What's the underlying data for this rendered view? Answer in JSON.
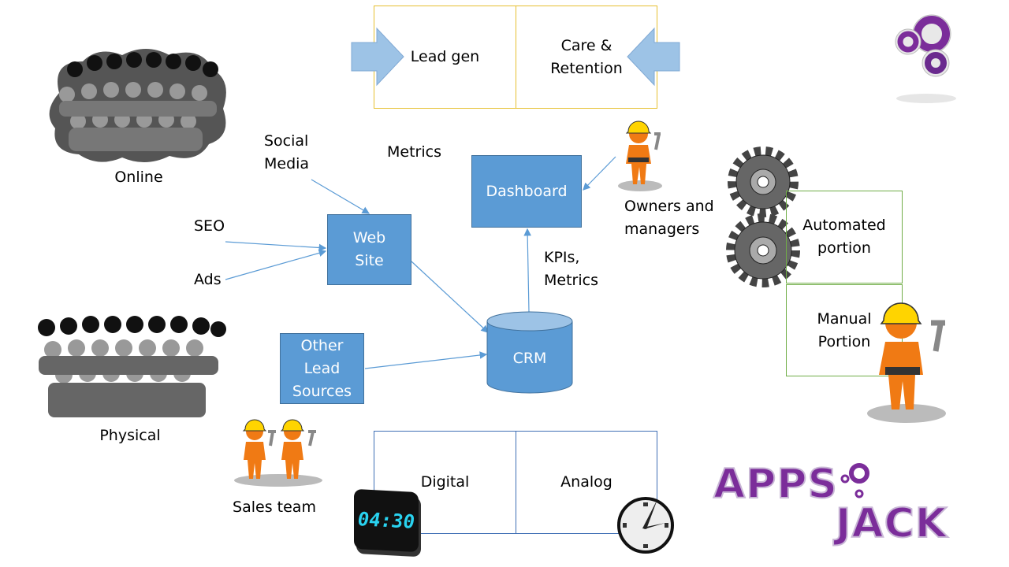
{
  "top_funnel": {
    "left": "Lead gen",
    "right": "Care &\nRetention"
  },
  "bottom_funnel": {
    "left": "Digital",
    "right": "Analog"
  },
  "labels": {
    "online": "Online",
    "physical": "Physical",
    "social_media": "Social\nMedia",
    "metrics": "Metrics",
    "seo": "SEO",
    "ads": "Ads",
    "kpis_metrics": "KPIs,\nMetrics",
    "owners_managers": "Owners and\nmanagers",
    "sales_team": "Sales team"
  },
  "nodes": {
    "web_site": "Web\nSite",
    "dashboard": "Dashboard",
    "crm": "CRM",
    "other_lead_sources": "Other\nLead\nSources"
  },
  "portions": {
    "automated": "Automated\nportion",
    "manual": "Manual\nPortion"
  },
  "digital_clock_time": "04:30",
  "logo": {
    "line1": "APPS",
    "line2": "JACK"
  },
  "colors": {
    "node_fill": "#5b9bd5",
    "top_border": "#e6c030",
    "bottom_border": "#3f6fb5",
    "portion_border": "#70ad47",
    "brand_purple": "#7b2d9a",
    "worker_orange": "#f07a14"
  }
}
